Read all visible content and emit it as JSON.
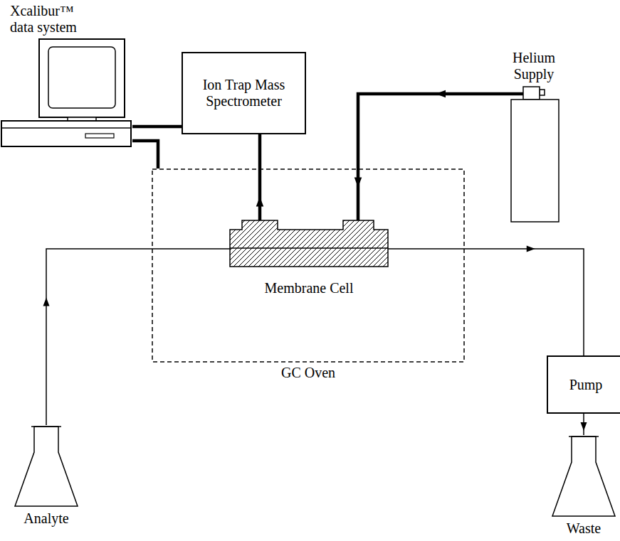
{
  "diagram": {
    "nodes": [
      {
        "text": [
          "Xcalibur™ data system"
        ]
      },
      {
        "text": [
          "Ion Trap Mass Spectrometer"
        ]
      },
      {
        "text": [
          "Helium Supply"
        ]
      },
      {
        "text": [
          "GC Oven"
        ]
      },
      {
        "text": [
          "Membrane Cell"
        ],
        "in": 3
      },
      {
        "text": [
          "Pump"
        ]
      },
      {
        "text": [
          "Analyte"
        ]
      },
      {
        "text": [
          "Waste"
        ]
      }
    ],
    "edges": [
      {
        "from": 0,
        "to": 1,
        "arrow": "none"
      },
      {
        "from": 0,
        "to": 3,
        "arrow": "none"
      },
      {
        "from": 4,
        "to": 1,
        "arrow": "to"
      },
      {
        "from": 2,
        "to": 4,
        "arrow": "to"
      },
      {
        "from": 6,
        "to": 4,
        "arrow": "to"
      },
      {
        "from": 4,
        "to": 5,
        "arrow": "to"
      },
      {
        "from": 5,
        "to": 7,
        "arrow": "to"
      }
    ]
  }
}
